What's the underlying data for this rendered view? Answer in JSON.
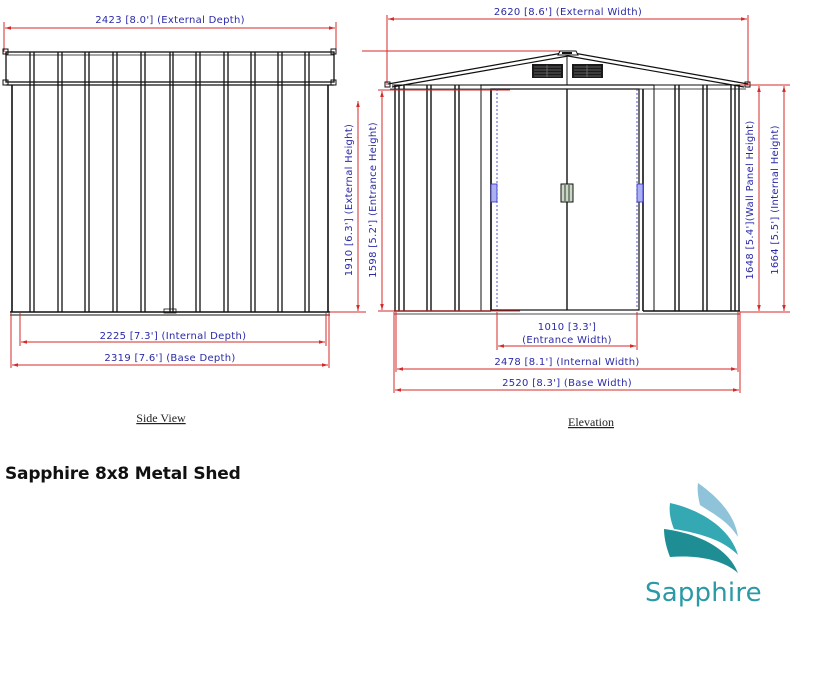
{
  "product": {
    "title": "Sapphire 8x8 Metal Shed",
    "brand_logo_text": "Sapphire",
    "brand_colors": {
      "teal_dark": "#1f8e94",
      "teal_mid": "#34a9b3",
      "teal_light": "#8fc3da"
    }
  },
  "side_view": {
    "caption": "Side View",
    "dimensions": {
      "external_depth": "2423  [8.0']  (External Depth)",
      "internal_depth": "2225  [7.3']  (Internal Depth)",
      "base_depth": "2319  [7.6']  (Base Depth)",
      "external_height": "1910  [6.3']  (External Height)"
    }
  },
  "elevation": {
    "caption": "Elevation",
    "dimensions": {
      "external_width": "2620  [8.6']  (External Width)",
      "entrance_height": "1598  [5.2']  (Entrance Height)",
      "entrance_width_value": "1010  [3.3']",
      "entrance_width_label": "(Entrance  Width)",
      "internal_width": "2478  [8.1']  (Internal Width)",
      "base_width": "2520  [8.3']  (Base Width)",
      "wall_panel_height": "1648  [5.4'](Wall  Panel  Height)",
      "internal_height": "1664  [5.5']  (Internal Height)"
    }
  },
  "colors": {
    "dimension_line": "#d42a2a",
    "dimension_text": "#2a2aa8",
    "drawing_line": "#111111",
    "door_guide": "#2a2ad0"
  }
}
